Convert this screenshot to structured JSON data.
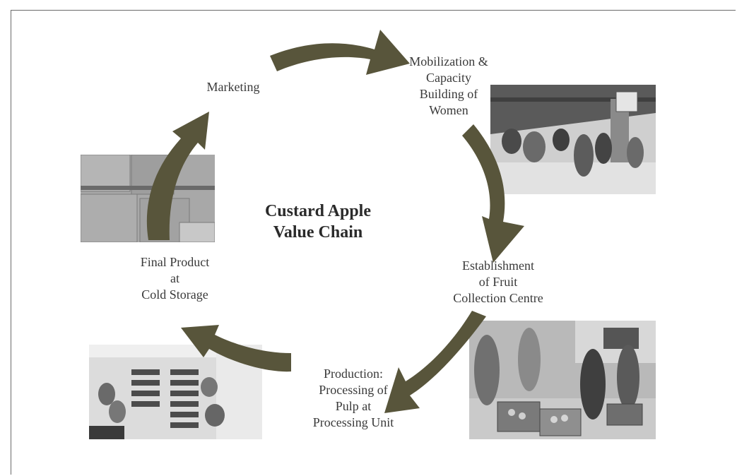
{
  "diagram": {
    "title": "Custard Apple\nValue Chain",
    "stages": {
      "marketing": "Marketing",
      "mobilization": "Mobilization &\nCapacity\nBuilding of\nWomen",
      "establishment": "Establishment\nof Fruit\nCollection Centre",
      "production": "Production:\nProcessing of\nPulp at\nProcessing Unit",
      "final": "Final Product\nat\nCold Storage"
    },
    "colors": {
      "arrow": "#58553b",
      "text": "#3a3a3a",
      "photo_tone": "#9a9a9a"
    }
  }
}
